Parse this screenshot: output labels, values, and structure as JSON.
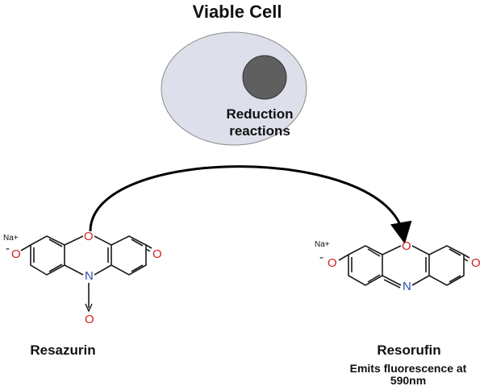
{
  "title": "Viable Cell",
  "cell": {
    "label_line1": "Reduction",
    "label_line2": "reactions",
    "fill": "#dde0ea",
    "nucleus_fill": "#5f5f5f"
  },
  "left_molecule": {
    "name": "Resazurin",
    "counter_ion": "Na+",
    "charge": "-",
    "atoms": {
      "phenoxide_o": "O",
      "ring_o": "O",
      "keto_o": "O",
      "ring_n": "N",
      "n_oxide_o": "O"
    }
  },
  "right_molecule": {
    "name": "Resorufin",
    "note_line1": "Emits fluorescence at",
    "note_line2": "590nm",
    "counter_ion": "Na+",
    "charge": "-",
    "atoms": {
      "phenoxide_o": "O",
      "ring_o": "O",
      "keto_o": "O",
      "ring_n": "N"
    }
  },
  "colors": {
    "oxygen": "#d42020",
    "nitrogen": "#2a4fa8",
    "arrow": "#000000"
  }
}
